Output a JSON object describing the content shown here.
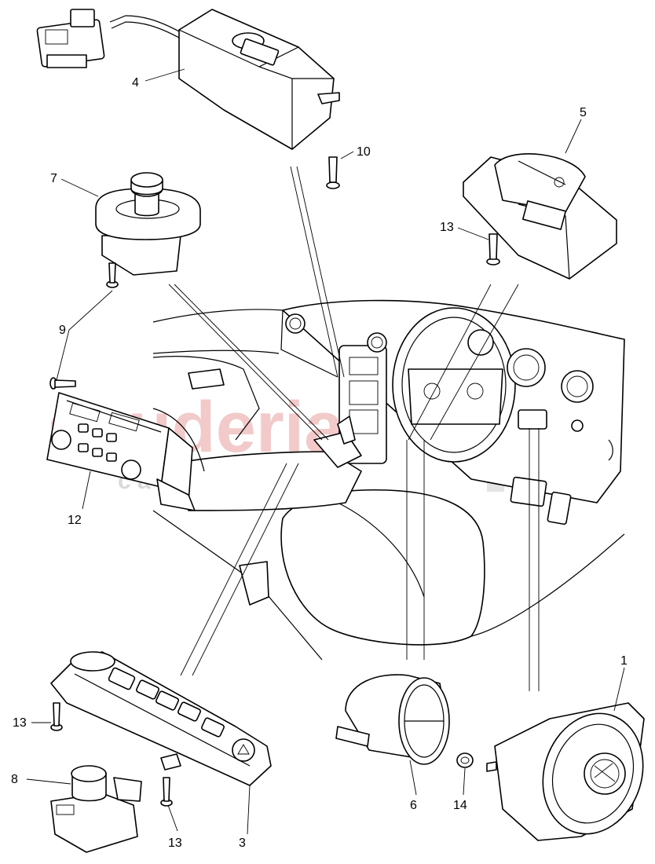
{
  "watermark": {
    "main": "scuderia",
    "sub": "c a r   p a r t s",
    "color": "#e8a0a0"
  },
  "callouts": [
    {
      "id": "callout-1",
      "text": "1"
    },
    {
      "id": "callout-3",
      "text": "3"
    },
    {
      "id": "callout-4",
      "text": "4"
    },
    {
      "id": "callout-5",
      "text": "5"
    },
    {
      "id": "callout-6",
      "text": "6"
    },
    {
      "id": "callout-7",
      "text": "7"
    },
    {
      "id": "callout-8",
      "text": "8"
    },
    {
      "id": "callout-9",
      "text": "9"
    },
    {
      "id": "callout-10",
      "text": "10"
    },
    {
      "id": "callout-12",
      "text": "12"
    },
    {
      "id": "callout-13a",
      "text": "13"
    },
    {
      "id": "callout-13b",
      "text": "13"
    },
    {
      "id": "callout-13c",
      "text": "13"
    },
    {
      "id": "callout-14",
      "text": "14"
    }
  ]
}
